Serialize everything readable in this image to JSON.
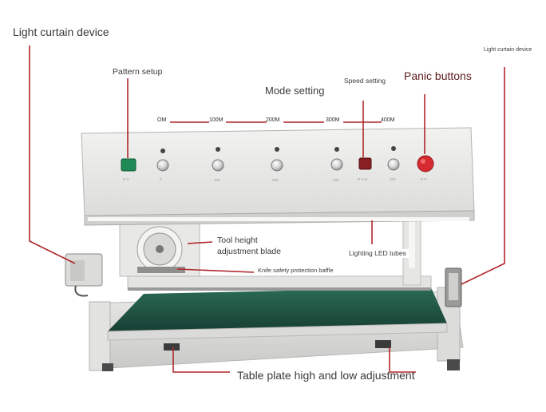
{
  "labels": {
    "light_curtain_left": "Light curtain device",
    "pattern_setup": "Pattern setup",
    "mode_setting": "Mode setting",
    "speed_setting": "Speed setting",
    "panic_buttons": "Panic buttons",
    "light_curtain_right": "Light curtain device",
    "tool_height": "Tool height adjustment blade",
    "lighting_led": "Lighting LED tubes",
    "knife_baffle": "Knife safety protection baffle",
    "table_plate": "Table plate high and low adjustment"
  },
  "mode_ticks": [
    "OM",
    "100M",
    "200M",
    "300M",
    "400M"
  ],
  "colors": {
    "annotation_line": "#b0262b",
    "panel": "#e6e6e4",
    "table_top": "#1f5a48",
    "stop_button": "#d62a30",
    "speed_button": "#8a1f22",
    "pattern_button": "#1f8a55"
  }
}
